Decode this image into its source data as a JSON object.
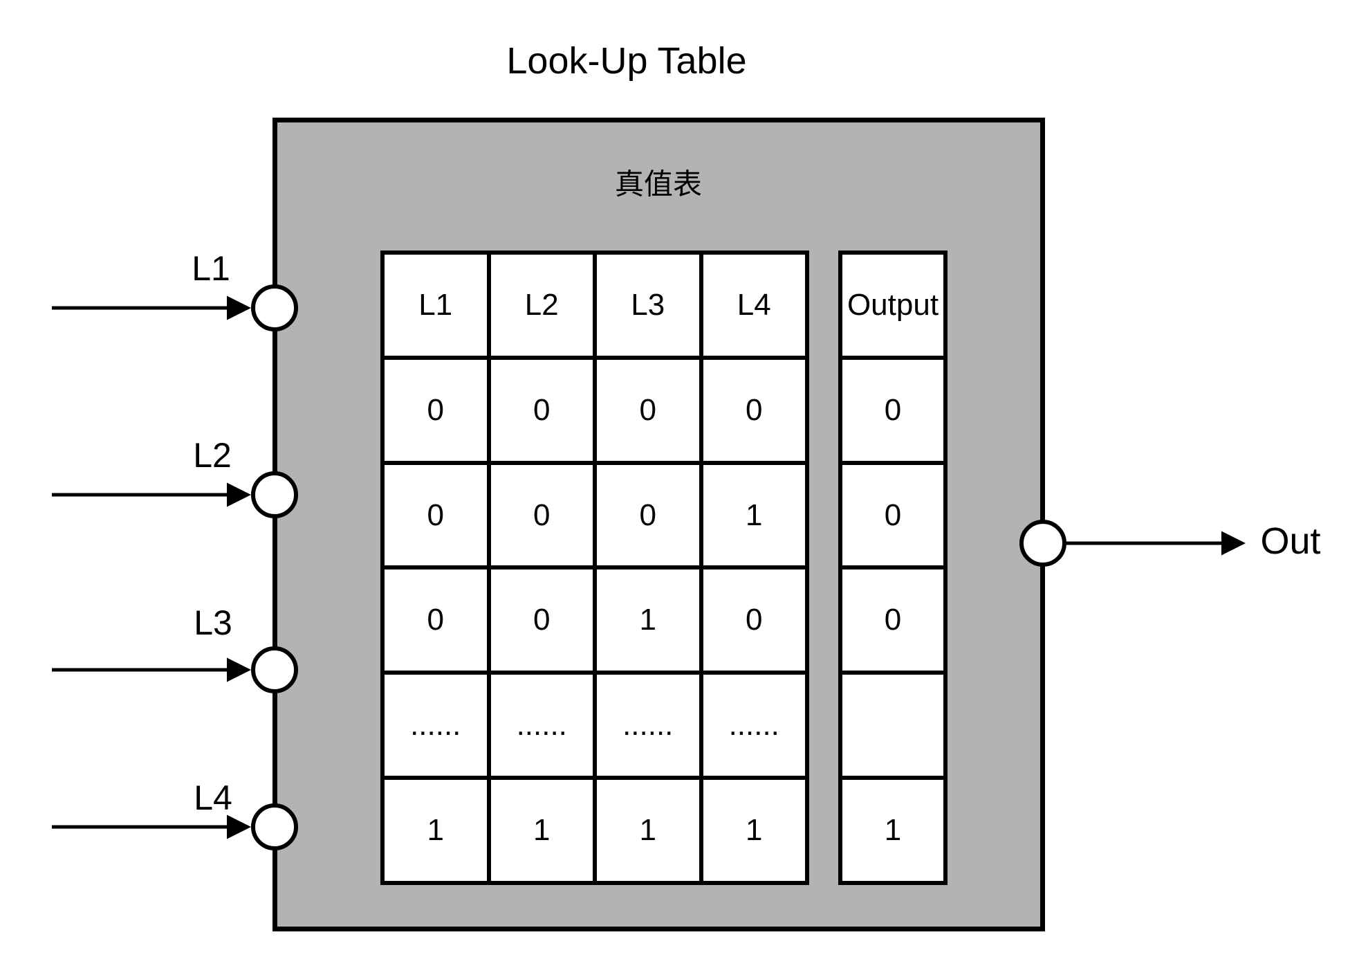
{
  "title": "Look-Up Table",
  "box": {
    "label": "真值表"
  },
  "inputs": [
    {
      "label": "L1"
    },
    {
      "label": "L2"
    },
    {
      "label": "L3"
    },
    {
      "label": "L4"
    }
  ],
  "output": {
    "label": "Out"
  },
  "truth_table": {
    "headers": [
      "L1",
      "L2",
      "L3",
      "L4"
    ],
    "rows": [
      [
        "0",
        "0",
        "0",
        "0"
      ],
      [
        "0",
        "0",
        "0",
        "1"
      ],
      [
        "0",
        "0",
        "1",
        "0"
      ],
      [
        "......",
        "......",
        "......",
        "......"
      ],
      [
        "1",
        "1",
        "1",
        "1"
      ]
    ]
  },
  "output_column": {
    "header": "Output",
    "values": [
      "0",
      "0",
      "0",
      "",
      "1"
    ]
  },
  "colors": {
    "box_fill": "#b3b3b3",
    "line": "#000000",
    "cell_fill": "#ffffff"
  }
}
